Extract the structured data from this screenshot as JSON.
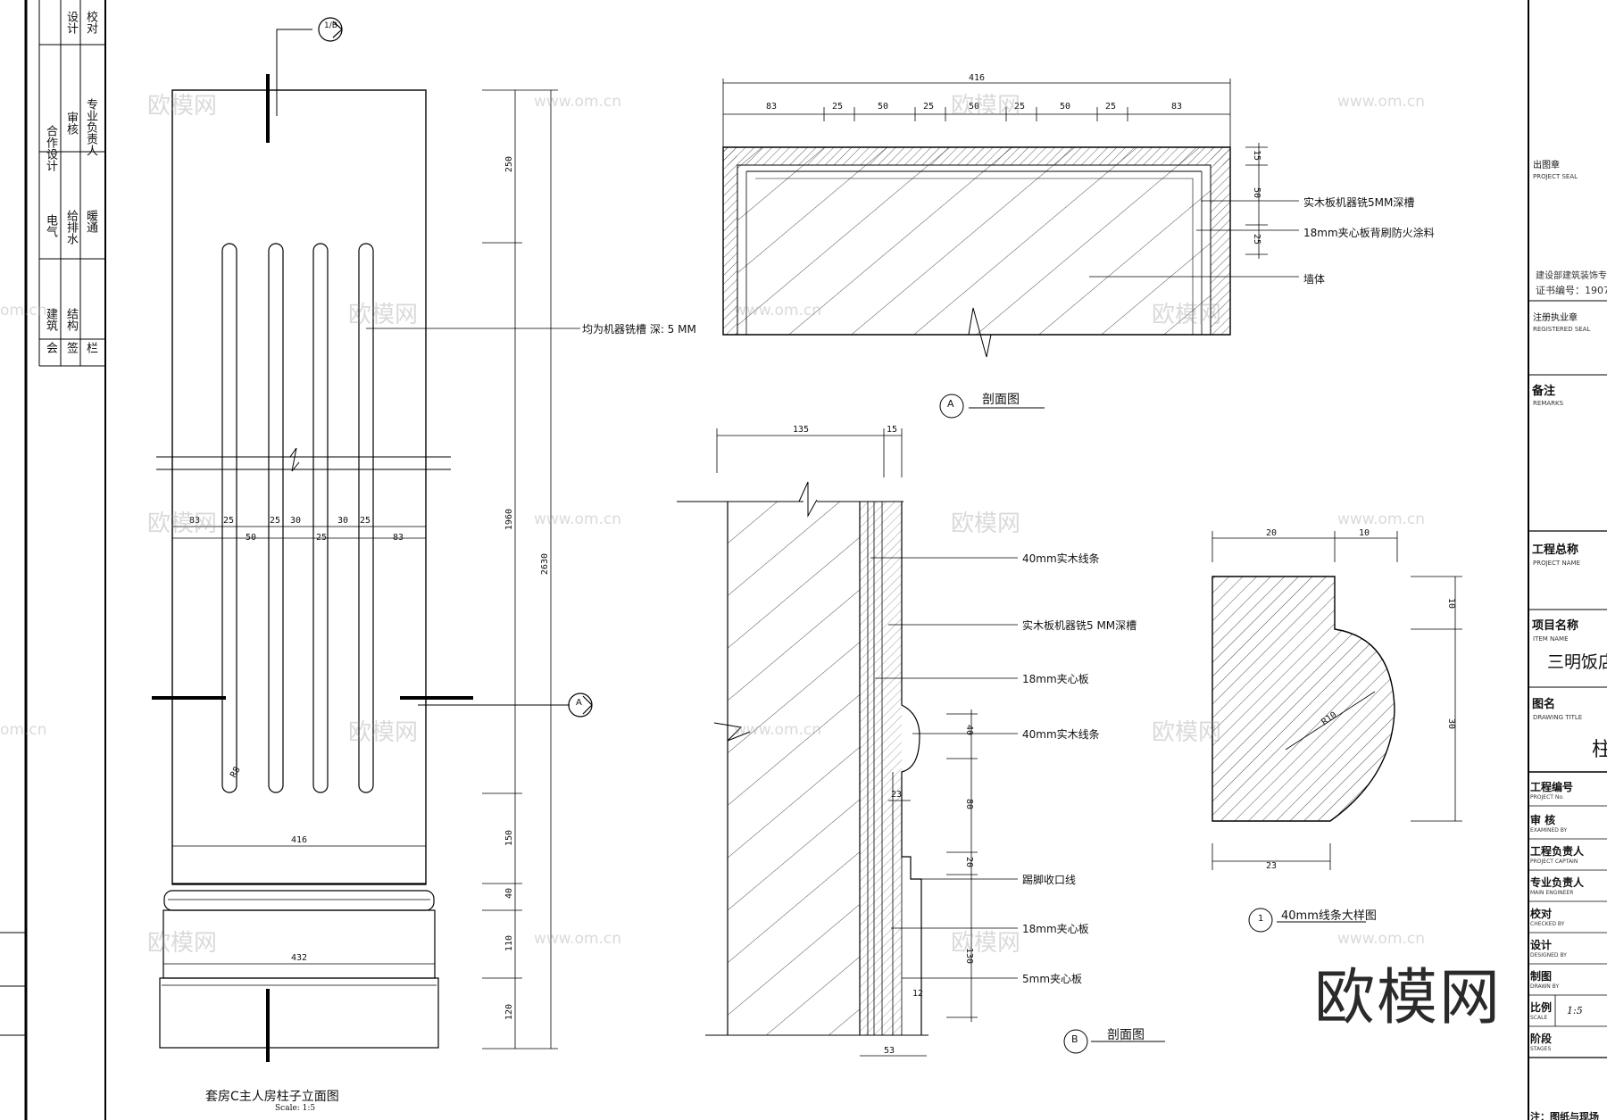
{
  "left_strip": {
    "col1": [
      "合作设计",
      "电气",
      "建筑",
      "会",
      "签",
      "栏"
    ],
    "col2": [
      "审核",
      "给排水",
      "结构"
    ],
    "col3": [
      "设计",
      "校对",
      "专业负责人",
      "暖通"
    ]
  },
  "elevation": {
    "title": "套房C主人房柱子立面图",
    "scale": "Scale: 1:5",
    "groove_note": "均为机器铣槽  深: 5 MM",
    "section_mark_top": "1/B",
    "section_mark_side": "A",
    "dims_horizontal": [
      "83",
      "25",
      "50",
      "25",
      "30",
      "25",
      "30",
      "25",
      "83"
    ],
    "dim_radius": "R8",
    "dim_416": "416",
    "dim_432": "432",
    "dims_vertical": [
      "250",
      "1960",
      "2630",
      "150",
      "40",
      "110",
      "120"
    ]
  },
  "section_a": {
    "title": "剖面图",
    "mark": "A",
    "dim_total": "416",
    "dims_top": [
      "83",
      "25",
      "50",
      "25",
      "50",
      "25",
      "50",
      "25",
      "83"
    ],
    "dims_right": [
      "15",
      "50",
      "25"
    ],
    "labels": [
      "实木板机器铣5MM深槽",
      "18mm夹心板背刷防火涂料",
      "墙体"
    ]
  },
  "section_b": {
    "title": "剖面图",
    "mark": "B",
    "dims_top": [
      "135",
      "15"
    ],
    "dims_right": [
      "40",
      "80",
      "20",
      "130",
      "12"
    ],
    "dims_inner": [
      "23"
    ],
    "dim_bottom": "53",
    "labels": [
      "40mm实木线条",
      "实木板机器铣5 MM深槽",
      "18mm夹心板",
      "40mm实木线条",
      "踢脚收口线",
      "18mm夹心板",
      "5mm夹心板"
    ]
  },
  "detail": {
    "title": "40mm线条大样图",
    "mark": "1",
    "dims_top": [
      "20",
      "10"
    ],
    "dims_right": [
      "10",
      "30"
    ],
    "dim_bottom": "23",
    "radius": "R10"
  },
  "title_block": {
    "seal_cn": "出图章",
    "seal_en": "PROJECT SEAL",
    "cert_line1": "建设部建筑装饰专",
    "cert_line2": "证书编号：1907",
    "reg_cn": "注册执业章",
    "reg_en": "REGISTERED SEAL",
    "remarks_cn": "备注",
    "remarks_en": "REMARKS",
    "project_cn": "工程总称",
    "project_en": "PROJECT NAME",
    "item_cn": "项目名称",
    "item_en": "ITEM NAME",
    "item_value": "三明饭店",
    "drawing_cn": "图名",
    "drawing_en": "DRAWING TITLE",
    "drawing_value": "柱",
    "rows": [
      {
        "cn": "工程编号",
        "en": "PROJECT No.",
        "value": ""
      },
      {
        "cn": "审  核",
        "en": "EXAMINED BY",
        "value": ""
      },
      {
        "cn": "工程负责人",
        "en": "PROJECT CAPTAIN",
        "value": ""
      },
      {
        "cn": "专业负责人",
        "en": "MAIN ENGINEER",
        "value": ""
      },
      {
        "cn": "校对",
        "en": "CHECKED BY",
        "value": ""
      },
      {
        "cn": "设计",
        "en": "DESIGNED BY",
        "value": ""
      },
      {
        "cn": "制图",
        "en": "DRAWN BY",
        "value": ""
      },
      {
        "cn": "比例",
        "en": "SCALE",
        "value": "1:5"
      },
      {
        "cn": "阶段",
        "en": "STAGES",
        "value": ""
      }
    ],
    "note": "注：图纸与现场"
  },
  "watermark": {
    "brand": "欧模网",
    "url": "www.om.cn",
    "url_partial": "om.cn",
    "big": "欧模网"
  }
}
